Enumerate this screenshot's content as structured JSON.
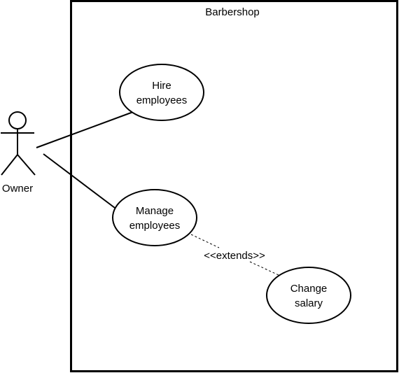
{
  "system": {
    "title": "Barbershop"
  },
  "actor": {
    "name": "Owner"
  },
  "use_cases": {
    "hire": {
      "line1": "Hire",
      "line2": "employees"
    },
    "manage": {
      "line1": "Manage",
      "line2": "employees"
    },
    "salary": {
      "line1": "Change",
      "line2": "salary"
    }
  },
  "relations": {
    "extends_label": "<<extends>>"
  },
  "colors": {
    "stroke": "#000000",
    "background": "#ffffff"
  }
}
